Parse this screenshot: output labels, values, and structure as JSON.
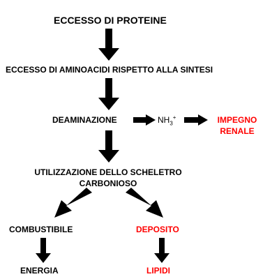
{
  "nodes": {
    "excess_proteins": "ECCESSO DI PROTEINE",
    "excess_amino_acids": "ECCESSO DI AMINOACIDI RISPETTO ALLA SINTESI",
    "deamination": "DEAMINAZIONE",
    "ammonium": {
      "base": "NH",
      "subscript": "3",
      "superscript": "+"
    },
    "renal_load_line1": "IMPEGNO",
    "renal_load_line2": "RENALE",
    "carbon_skeleton_line1": "UTILIZZAZIONE DELLO SCHELETRO",
    "carbon_skeleton_line2": "CARBONIOSO",
    "fuel": "COMBUSTIBILE",
    "storage": "DEPOSITO",
    "energy": "ENERGIA",
    "lipids": "LIPIDI"
  },
  "colors": {
    "text": "#000000",
    "highlight": "#ff0000",
    "arrow": "#000000",
    "background": "#ffffff"
  }
}
